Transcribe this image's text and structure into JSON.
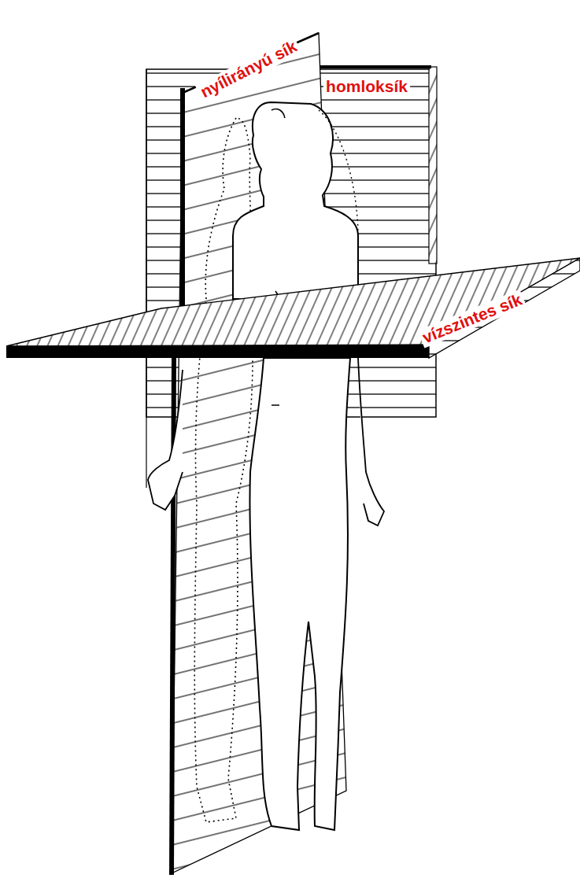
{
  "diagram": {
    "labels": [
      "nyílirányú sík",
      "homloksík",
      "vízszintes sík"
    ]
  }
}
